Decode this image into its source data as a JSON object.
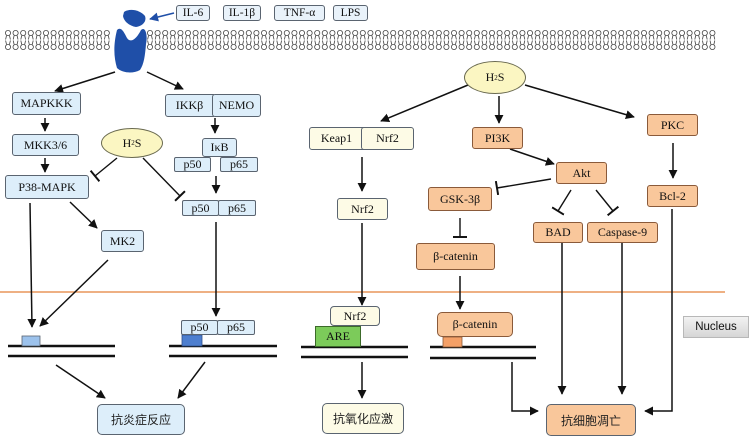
{
  "ligands": [
    "IL-6",
    "IL-1β",
    "TNF-α",
    "LPS"
  ],
  "receptor": {
    "name": "receptor"
  },
  "nucleus_label": "Nucleus",
  "h2s": {
    "prefix": "H",
    "sub": "2",
    "suffix": "S"
  },
  "inflammation_pathway": {
    "mapk": {
      "mapkkk": "MAPKKK",
      "mkk": "MKK3/6",
      "p38": "P38-MAPK",
      "mk2": "MK2"
    },
    "nfkb": {
      "ikkb": "IKKβ",
      "nemo": "NEMO",
      "ikb": "IκB",
      "p50": "p50",
      "p65": "p65"
    },
    "output": "抗炎症反应"
  },
  "antioxidant_pathway": {
    "keap1": "Keap1",
    "nrf2": "Nrf2",
    "are": "ARE",
    "output": "抗氧化应激"
  },
  "antiapoptosis_pathway": {
    "pi3k": "PI3K",
    "akt": "Akt",
    "pkc": "PKC",
    "bcl2": "Bcl-2",
    "gsk3b": "GSK-3β",
    "bcatenin": "β-catenin",
    "bad": "BAD",
    "caspase9": "Caspase-9",
    "output": "抗细胞凋亡"
  },
  "colors": {
    "blue_node": "#ddeefa",
    "cream_node": "#fdfbe6",
    "orange_node": "#f9c79b",
    "h2s_ellipse": "#fbf6c2",
    "are_green": "#7ccb5a",
    "receptor_blue": "#1f4fa8",
    "nucleus_line": "#e8955a"
  }
}
